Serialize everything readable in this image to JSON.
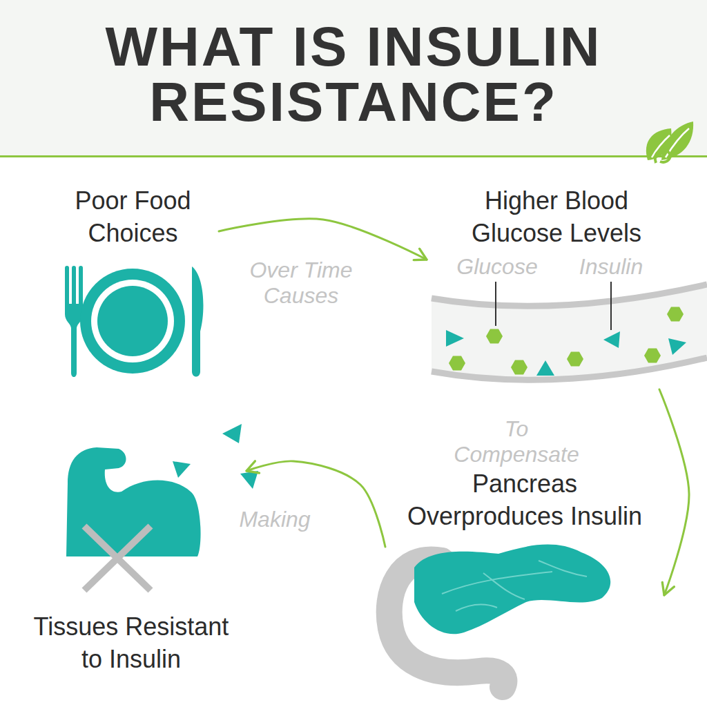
{
  "diagram": {
    "title": "WHAT IS INSULIN RESISTANCE?",
    "nodes": [
      {
        "text": [
          "Poor Food Choices"
        ]
      },
      {
        "text": [
          "Higher Blood Glucose Levels"
        ]
      },
      {
        "text": [
          "Pancreas Overproduces Insulin"
        ]
      },
      {
        "text": [
          "Tissues Resistant to Insulin"
        ]
      }
    ],
    "edges": [
      {
        "from": 0,
        "to": 1,
        "label": "Over Time Causes",
        "arrow": "to"
      },
      {
        "from": 1,
        "to": 2,
        "label": "To Compensate",
        "arrow": "to"
      },
      {
        "from": 2,
        "to": 3,
        "label": "Making",
        "arrow": "to"
      }
    ],
    "labels": [
      "Glucose",
      "Insulin"
    ]
  }
}
